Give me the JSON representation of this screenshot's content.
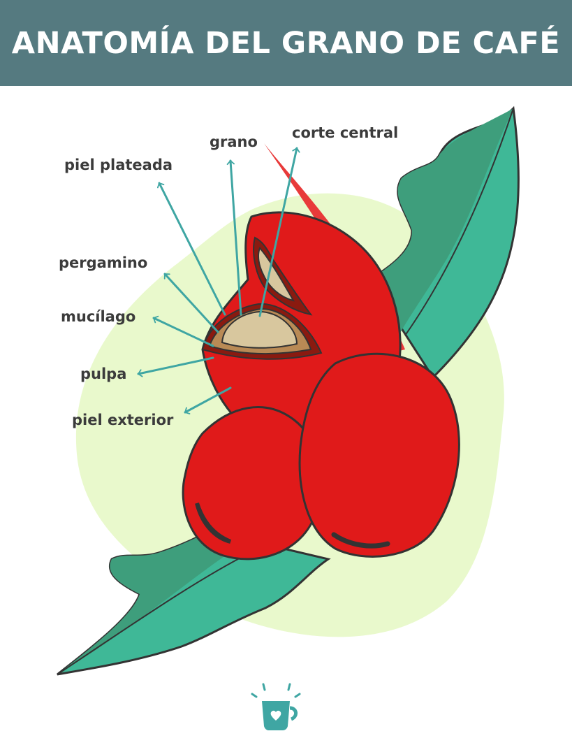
{
  "title": "ANATOMÍA DEL GRANO DE CAFÉ",
  "labels": {
    "grano": "grano",
    "corte_central": "corte central",
    "piel_plateada": "piel plateada",
    "pergamino": "pergamino",
    "mucilago": "mucílago",
    "pulpa": "pulpa",
    "piel_exterior": "piel exterior"
  },
  "colors": {
    "header": "#557a80",
    "cherry": "#e01a1a",
    "leaf": "#3fb897",
    "leaf_dark": "#3e9e7c",
    "background_blob": "#e9f9cc",
    "arrow": "#3fa6a3",
    "bean": "#d8c79e"
  },
  "icons": [
    "coffee-mug-heart-icon"
  ]
}
